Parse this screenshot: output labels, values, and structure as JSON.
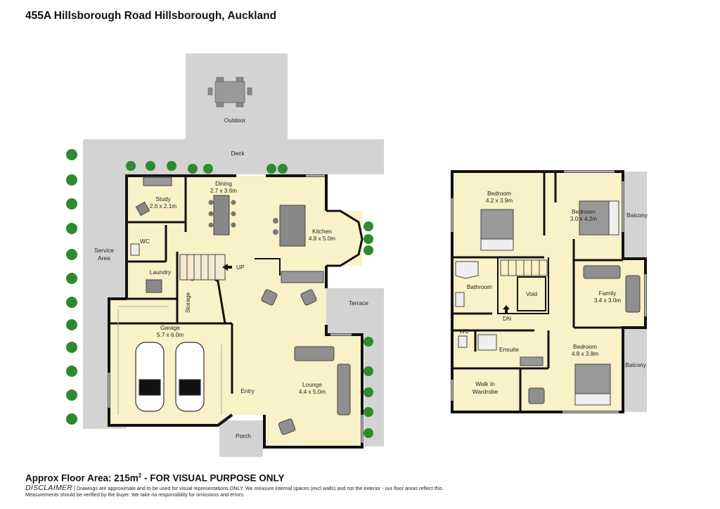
{
  "header": {
    "address": "455A Hillsborough Road Hillsborough, Auckland"
  },
  "footer": {
    "area_label": "Approx Floor Area: 215m",
    "area_sup": "2",
    "area_suffix": " - FOR VISUAL PURPOSE ONLY",
    "disclaimer_label": "DISCLAIMER",
    "disclaimer_text": " | Drawings are approximate and to be used for visual representations ONLY. We measure internal spaces (excl walls) and not the exterior - our floor areas reflect this. Measurements should be verified by the buyer. We take no responsibility for omissions and errors."
  },
  "ground_floor": {
    "outdoor": "Outdoor",
    "deck": "Deck",
    "service_area": [
      "Service",
      "Area"
    ],
    "study": {
      "name": "Study",
      "dims": "2.6 x 2.1m"
    },
    "dining": {
      "name": "Dining",
      "dims": "2.7 x 3.6m"
    },
    "kitchen": {
      "name": "Kitchen",
      "dims": "4.8 x 5.0m"
    },
    "wc": "WC",
    "laundry": "Laundry",
    "up": "UP",
    "storage": "Storage",
    "garage": {
      "name": "Garage",
      "dims": "5.7 x 6.0m"
    },
    "terrace": "Terrace",
    "entry": "Entry",
    "lounge": {
      "name": "Lounge",
      "dims": "4.4 x 5.0m"
    },
    "porch": "Porch"
  },
  "first_floor": {
    "bedroom1": {
      "name": "Bedroom",
      "dims": "4.2 x 3.9m"
    },
    "bedroom2": {
      "name": "Bedroom",
      "dims": "3.0 x 4.2m"
    },
    "balcony_top": "Balcony",
    "bathroom": "Bathroom",
    "void": "Void",
    "dn": "DN",
    "family": {
      "name": "Family",
      "dims": "3.4 x 3.0m"
    },
    "wc": "WC",
    "ensuite": "Ensuite",
    "bedroom3": {
      "name": "Bedroom",
      "dims": "4.8 x 3.8m"
    },
    "balcony_bottom": "Balcony",
    "walk_in": [
      "Walk In",
      "Wardrobe"
    ]
  },
  "colors": {
    "floor": "#f9f1c7",
    "wall": "#111111",
    "paving": "#d3d3d3",
    "shrub": "#2e8a2e"
  }
}
